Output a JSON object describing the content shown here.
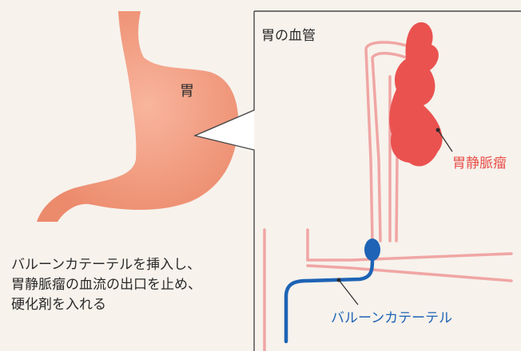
{
  "stomach_label": "胃",
  "panel_title": "胃の血管",
  "varix_label": "胃静脈瘤",
  "catheter_label": "バルーンカテーテル",
  "description": [
    "バルーンカテーテルを挿入し、",
    "胃静脈瘤の血流の出口を止め、",
    "硬化剤を入れる"
  ],
  "colors": {
    "background": "#f7f2ec",
    "stomach": "#ef9478",
    "vessel": "#f0a6a4",
    "varix": "#ea5250",
    "catheter": "#1e63b5"
  }
}
